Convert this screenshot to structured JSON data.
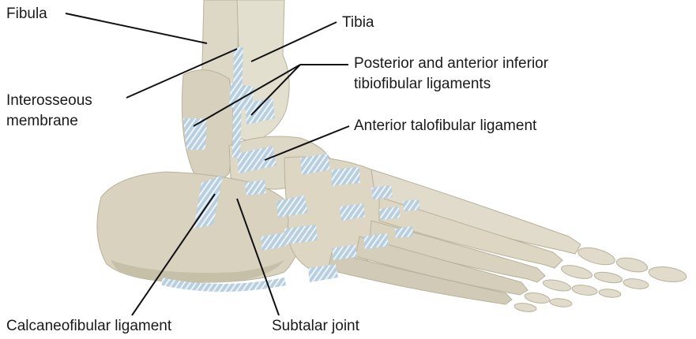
{
  "labels": {
    "fibula": "Fibula",
    "tibia": "Tibia",
    "interosseous_line1": "Interosseous",
    "interosseous_line2": "membrane",
    "tibiofibular_line1": "Posterior and anterior inferior",
    "tibiofibular_line2": "tibiofibular ligaments",
    "talofibular": "Anterior talofibular ligament",
    "calcaneofibular": "Calcaneofibular ligament",
    "subtalar": "Subtalar joint"
  },
  "colors": {
    "bone": "#ddd8c6",
    "bone_shadow": "#c7c0a8",
    "bone_outline": "#b9b19a",
    "ligament": "#b8cfe0",
    "ligament_stripe": "#eef4f9",
    "leader_line": "#111111",
    "text": "#1a1a1a"
  }
}
